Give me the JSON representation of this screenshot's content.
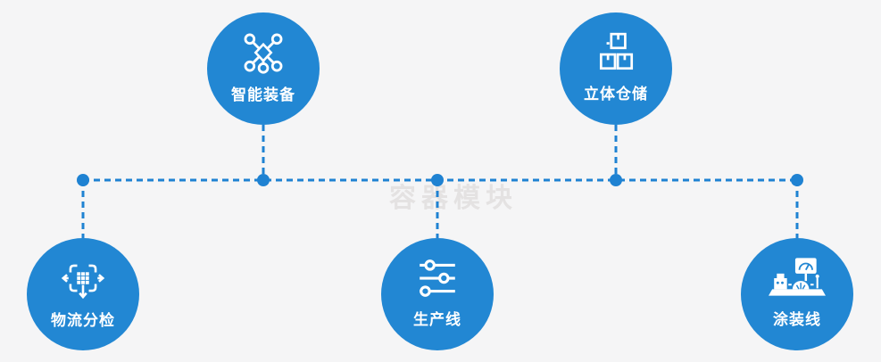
{
  "canvas": {
    "background_color": "#f5f5f6"
  },
  "watermark": {
    "text": "容器模块",
    "color": "#e4e2e2"
  },
  "colors": {
    "node_fill": "#2287d3",
    "connector_line": "#1f82d2",
    "icon_color": "#ffffff",
    "label_color": "#ffffff"
  },
  "nodes": [
    {
      "id": "smart-equipment",
      "label": "智能装备",
      "icon": "network-nodes-icon",
      "position": "top-left"
    },
    {
      "id": "warehouse",
      "label": "立体仓储",
      "icon": "stacked-boxes-icon",
      "position": "top-right"
    },
    {
      "id": "logistics-sorting",
      "label": "物流分检",
      "icon": "distribute-arrows-icon",
      "position": "bottom-left"
    },
    {
      "id": "production-line",
      "label": "生产线",
      "icon": "sliders-icon",
      "position": "bottom-center"
    },
    {
      "id": "painting-line",
      "label": "涂装线",
      "icon": "machine-monitor-icon",
      "position": "bottom-right"
    }
  ]
}
